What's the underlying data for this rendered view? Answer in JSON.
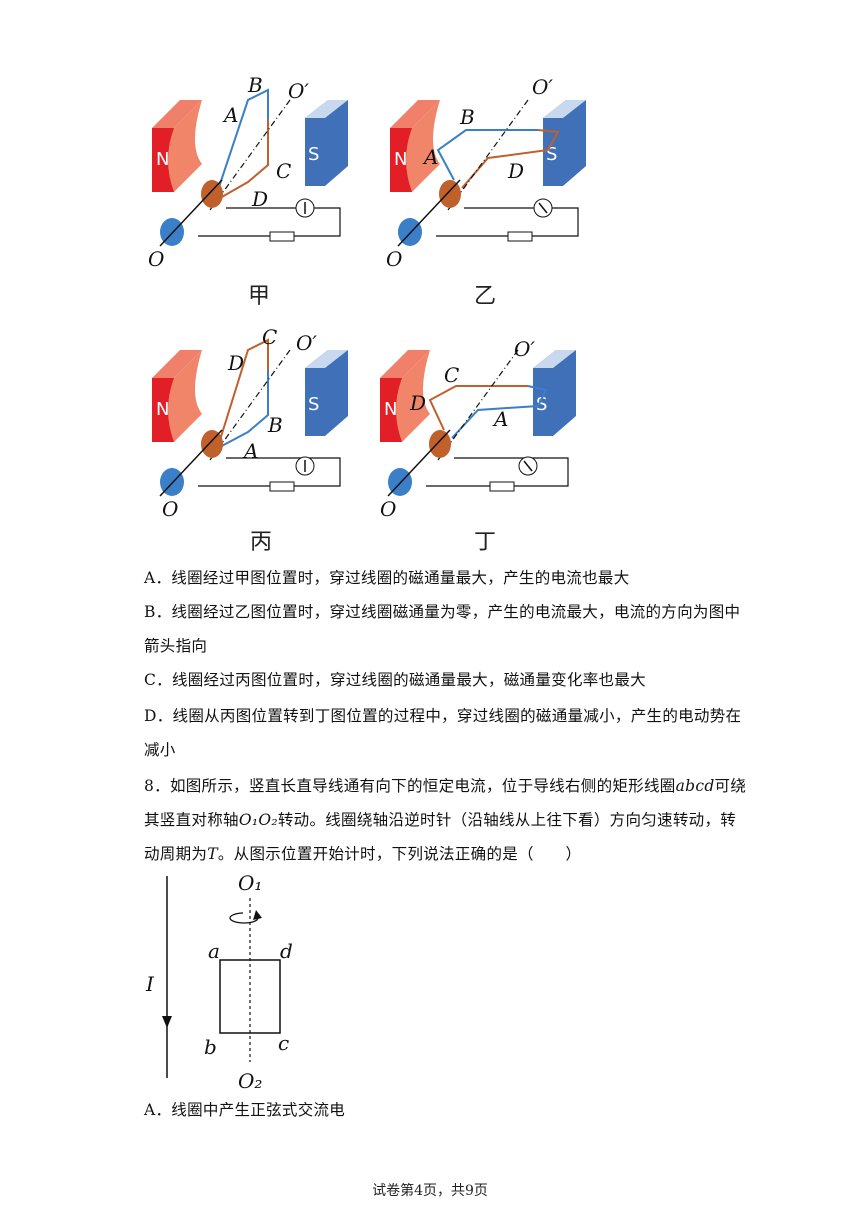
{
  "figures": [
    {
      "caption": "甲",
      "labels": [
        "B",
        "A",
        "C",
        "D",
        "O′",
        "O"
      ]
    },
    {
      "caption": "乙",
      "labels": [
        "B",
        "A",
        "D",
        "O′",
        "O"
      ]
    },
    {
      "caption": "丙",
      "labels": [
        "C",
        "D",
        "B",
        "A",
        "O′",
        "O"
      ]
    },
    {
      "caption": "丁",
      "labels": [
        "C",
        "D",
        "A",
        "O′",
        "O"
      ]
    }
  ],
  "magnets": {
    "north": "N",
    "south": "S"
  },
  "options": {
    "A": "A．线圈经过甲图位置时，穿过线圈的磁通量最大，产生的电流也最大",
    "B1": "B．线圈经过乙图位置时，穿过线圈磁通量为零，产生的电流最大，电流的方向为图中",
    "B2": "箭头指向",
    "C": "C．线圈经过丙图位置时，穿过线圈的磁通量最大，磁通量变化率也最大",
    "D1": "D．线圈从丙图位置转到丁图位置的过程中，穿过线圈的磁通量减小，产生的电动势在",
    "D2": "减小"
  },
  "q8": {
    "l1a": "8．如图所示，竖直长直导线通有向下的恒定电流，位于导线右侧的矩形线圈",
    "l1b": "abcd",
    "l1c": "可绕",
    "l2a": "其竖直对称轴",
    "l2b": "O₁O₂",
    "l2c": "转动。线圈绕轴沿逆时针（沿轴线从上往下看）方向匀速转动，转",
    "l3a": "动周期为",
    "l3b": "T",
    "l3c": "。从图示位置开始计时，下列说法正确的是（　　）",
    "optA": "A．线圈中产生正弦式交流电"
  },
  "diagram2": {
    "current": "I",
    "top_axis": "O₁",
    "bottom_axis": "O₂",
    "corners": [
      "a",
      "d",
      "b",
      "c"
    ]
  },
  "footer": "试卷第4页，共9页"
}
